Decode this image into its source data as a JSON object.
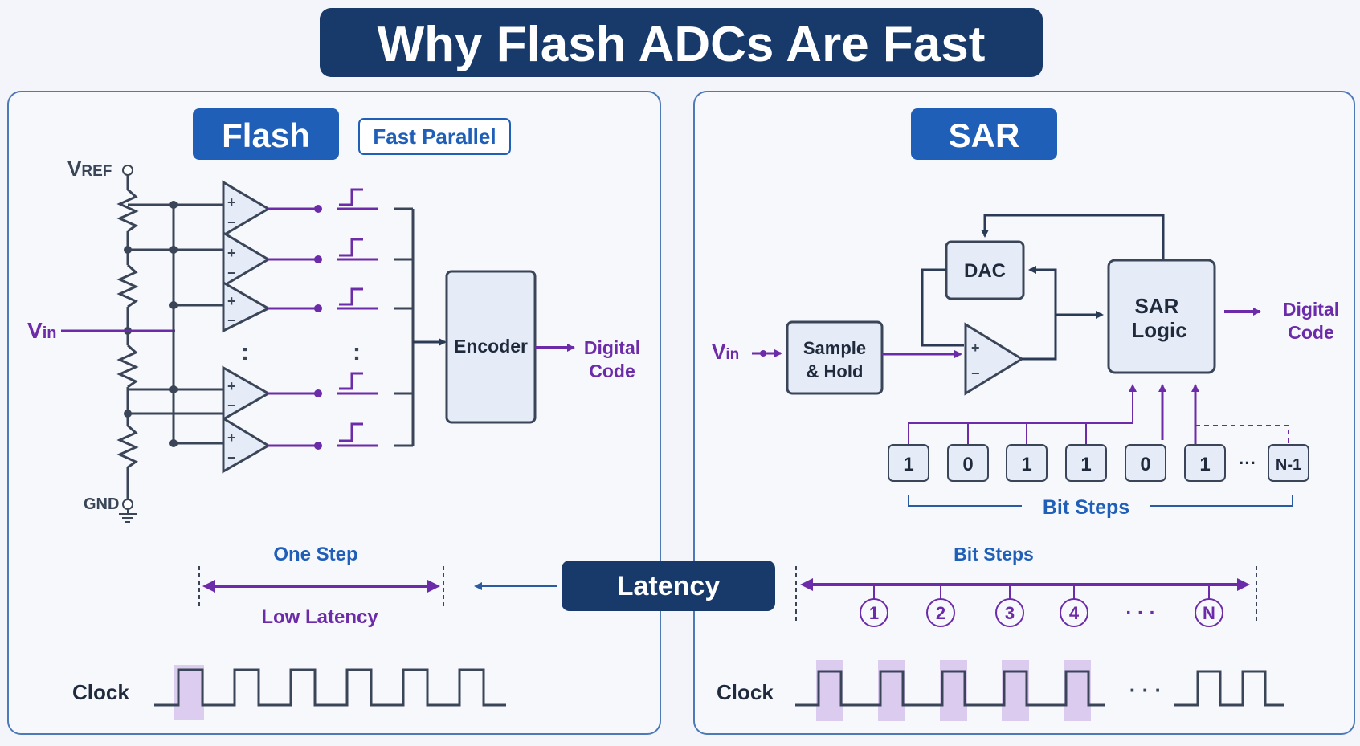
{
  "title": "Why Flash ADCs Are Fast",
  "flash": {
    "header": "Flash",
    "badge": "Fast Parallel",
    "vref": "V",
    "vref_sub": "REF",
    "gnd": "GND",
    "vin": "V",
    "vin_sub": "in",
    "encoder": "Encoder",
    "output_line1": "Digital",
    "output_line2": "Code",
    "vdots": ":",
    "one_step": "One Step",
    "low_latency": "Low Latency",
    "clock": "Clock"
  },
  "sar": {
    "header": "SAR",
    "dac": "DAC",
    "sample_hold_line1": "Sample",
    "sample_hold_line2": "& Hold",
    "logic_line1": "SAR",
    "logic_line2": "Logic",
    "output_line1": "Digital",
    "output_line2": "Code",
    "vin": "V",
    "vin_sub": "in",
    "bits": [
      "1",
      "0",
      "1",
      "1",
      "0",
      "1"
    ],
    "bits_ellipsis": "···",
    "last_bit": "N-1",
    "bit_steps_label": "Bit Steps",
    "timing_label": "Bit Steps",
    "steps": [
      "1",
      "2",
      "3",
      "4"
    ],
    "steps_ellipsis": "· · ·",
    "last_step": "N",
    "clock": "Clock",
    "clock_ellipsis": "· · ·"
  },
  "latency": "Latency",
  "colors": {
    "navy": "#173a6b",
    "blue": "#1f5fb8",
    "purple": "#6c2ba8",
    "line": "#3a4658",
    "highlight": "#d7c7ee",
    "panel_border": "#4d79b6",
    "box_fill": "#e6ecf7"
  }
}
